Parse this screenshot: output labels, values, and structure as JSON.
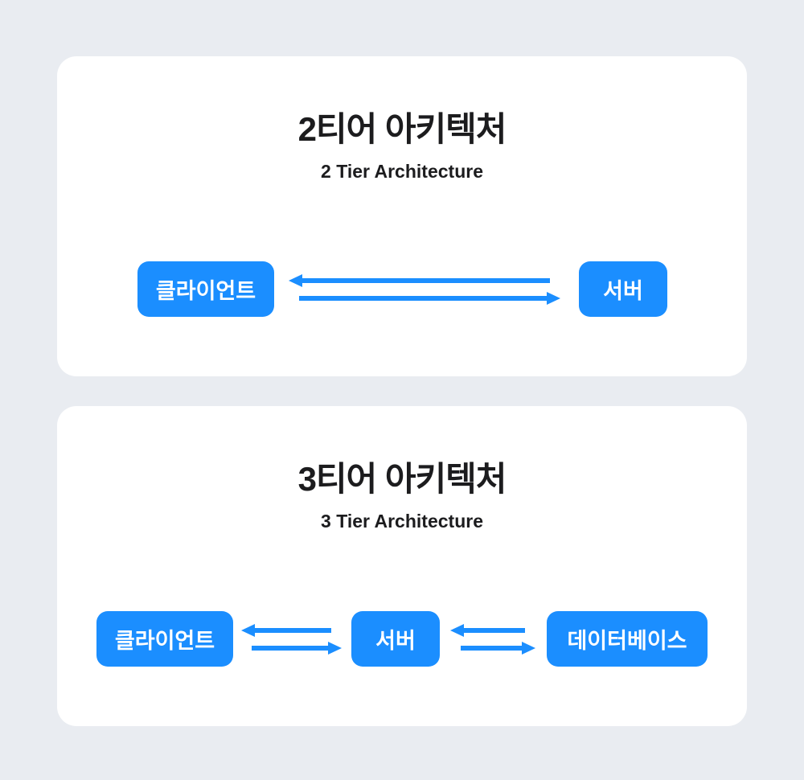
{
  "colors": {
    "page_background": "#e9ecf1",
    "card_background": "#ffffff",
    "accent_blue": "#1b8eff",
    "text_dark": "#1c1c1e",
    "node_text": "#ffffff"
  },
  "cards": [
    {
      "title": "2티어 아키텍처",
      "subtitle": "2 Tier Architecture",
      "nodes": [
        {
          "label": "클라이언트"
        },
        {
          "label": "서버"
        }
      ]
    },
    {
      "title": "3티어 아키텍처",
      "subtitle": "3 Tier Architecture",
      "nodes": [
        {
          "label": "클라이언트"
        },
        {
          "label": "서버"
        },
        {
          "label": "데이터베이스"
        }
      ]
    }
  ]
}
